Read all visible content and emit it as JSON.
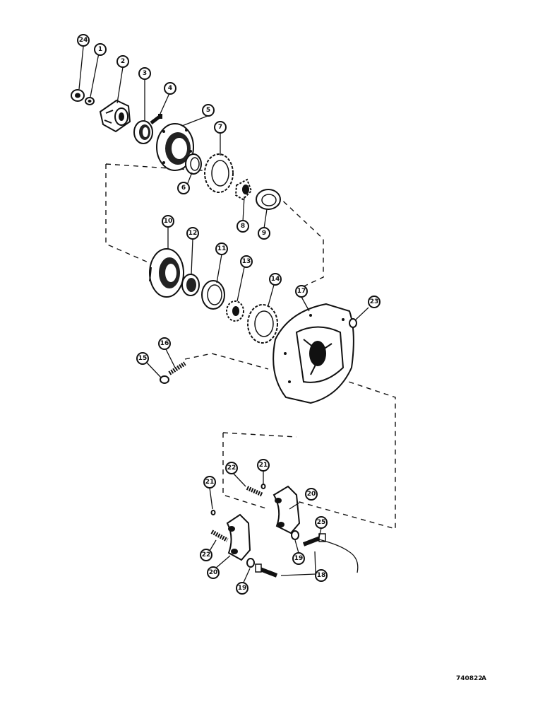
{
  "figure_code": "740822",
  "figure_suffix": "A",
  "callouts": [
    {
      "n": "24"
    },
    {
      "n": "1"
    },
    {
      "n": "2"
    },
    {
      "n": "3"
    },
    {
      "n": "4"
    },
    {
      "n": "5"
    },
    {
      "n": "6"
    },
    {
      "n": "7"
    },
    {
      "n": "8"
    },
    {
      "n": "9"
    },
    {
      "n": "10"
    },
    {
      "n": "12"
    },
    {
      "n": "11"
    },
    {
      "n": "13"
    },
    {
      "n": "14"
    },
    {
      "n": "17"
    },
    {
      "n": "23"
    },
    {
      "n": "16"
    },
    {
      "n": "15"
    },
    {
      "n": "22"
    },
    {
      "n": "21"
    },
    {
      "n": "21"
    },
    {
      "n": "20"
    },
    {
      "n": "25"
    },
    {
      "n": "19"
    },
    {
      "n": "22"
    },
    {
      "n": "20"
    },
    {
      "n": "19"
    },
    {
      "n": "18"
    }
  ]
}
